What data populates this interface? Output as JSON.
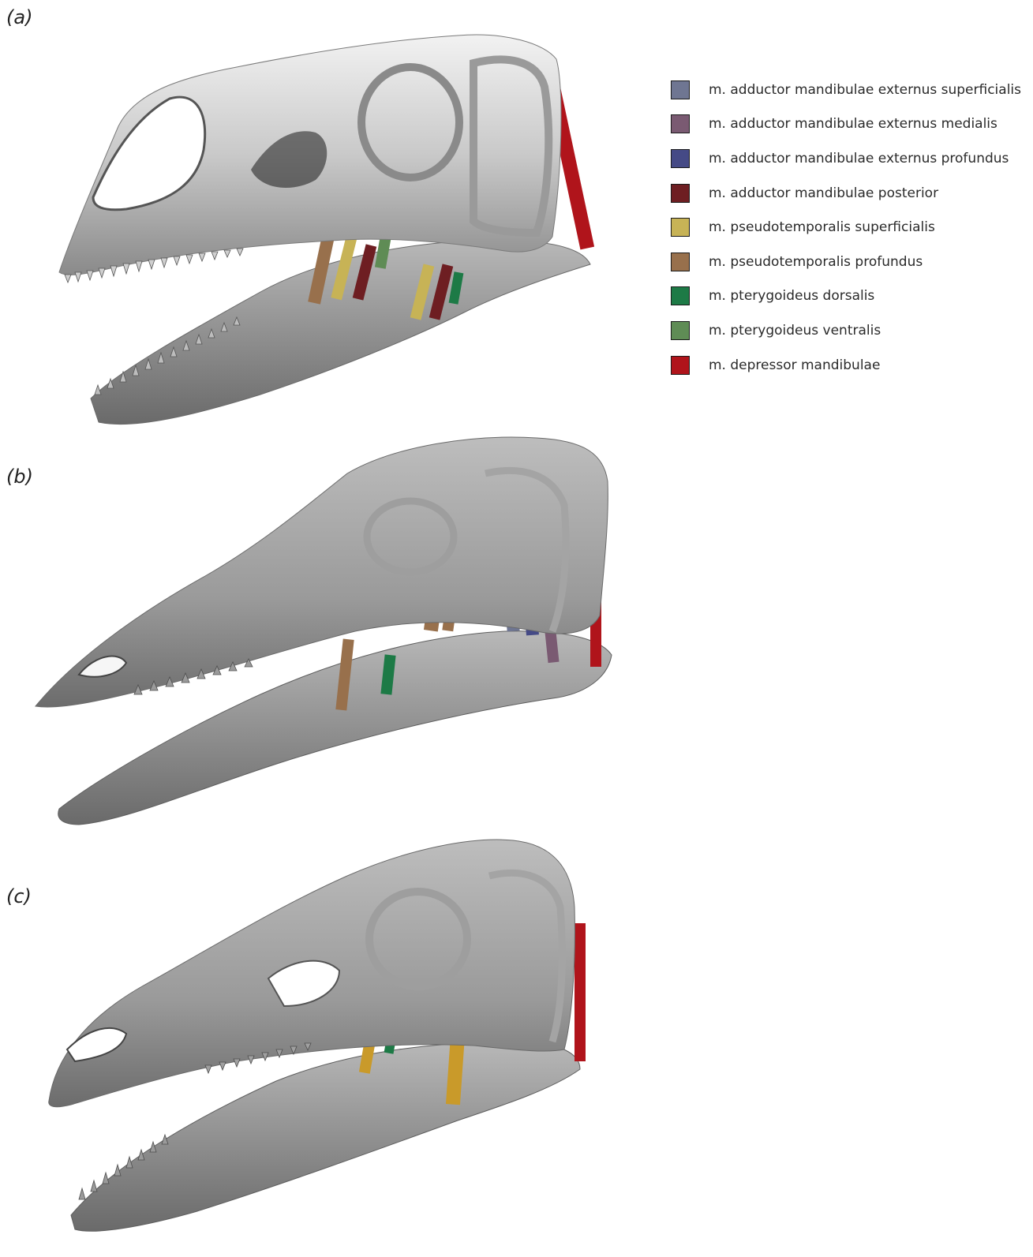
{
  "panels": [
    {
      "id": "a",
      "label": "(a)"
    },
    {
      "id": "b",
      "label": "(b)"
    },
    {
      "id": "c",
      "label": "(c)"
    }
  ],
  "legend": [
    {
      "label": "m. adductor mandibulae externus superficialis",
      "color": "#6f7692"
    },
    {
      "label": "m. adductor mandibulae externus medialis",
      "color": "#7a5a72"
    },
    {
      "label": "m. adductor mandibulae externus profundus",
      "color": "#454a86"
    },
    {
      "label": "m. adductor mandibulae posterior",
      "color": "#6e1e22"
    },
    {
      "label": "m. pseudotemporalis superficialis",
      "color": "#c7b356"
    },
    {
      "label": "m. pseudotemporalis profundus",
      "color": "#98704c"
    },
    {
      "label": "m. pterygoideus dorsalis",
      "color": "#1d7a46"
    },
    {
      "label": "m. pterygoideus ventralis",
      "color": "#5f8c55"
    },
    {
      "label": "m. depressor mandibulae",
      "color": "#b0141b"
    }
  ]
}
